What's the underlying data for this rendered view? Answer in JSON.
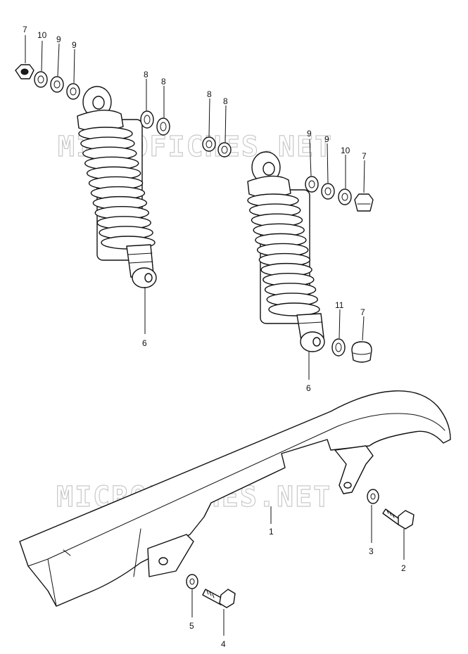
{
  "watermark": "MICROFICHES.NET",
  "callouts": {
    "c7a": "7",
    "c10a": "10",
    "c9a": "9",
    "c9b": "9",
    "c8a": "8",
    "c8b": "8",
    "c8c": "8",
    "c8d": "8",
    "c9c": "9",
    "c9d": "9",
    "c10b": "10",
    "c7b": "7",
    "c6a": "6",
    "c6b": "6",
    "c11": "11",
    "c7c": "7",
    "c1": "1",
    "c3": "3",
    "c2": "2",
    "c5": "5",
    "c4": "4"
  }
}
